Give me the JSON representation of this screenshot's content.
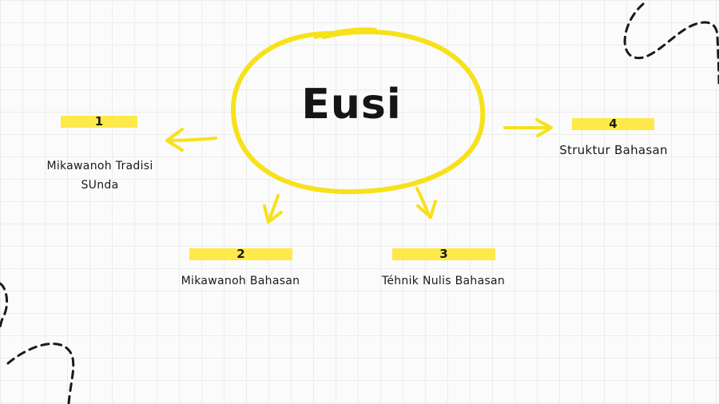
{
  "diagram": {
    "center": {
      "title": "Eusi"
    },
    "nodes": [
      {
        "number": "1",
        "label": "Mikawanoh Tradisi SUnda"
      },
      {
        "number": "2",
        "label": "Mikawanoh Bahasan"
      },
      {
        "number": "3",
        "label": "Téhnik Nulis Bahasan"
      },
      {
        "number": "4",
        "label": "Struktur Bahasan"
      }
    ],
    "colors": {
      "accent": "#ffe94a",
      "circle_stroke": "#f7e11a",
      "arrow": "#f7e11a",
      "text": "#1a1a1a",
      "doodle": "#1a1a1a"
    }
  }
}
